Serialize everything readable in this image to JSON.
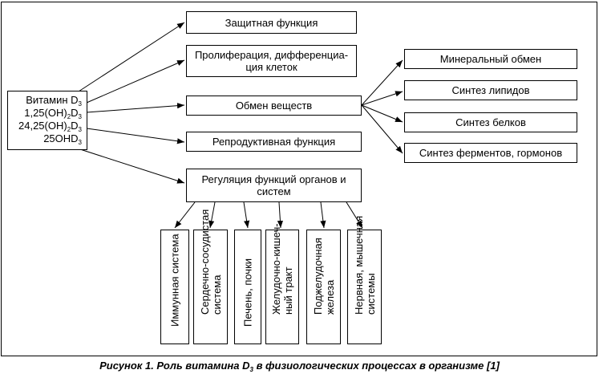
{
  "vitamin": {
    "line1": "Витамин D",
    "line1_sub": "3",
    "line2_a": "1,25(OH)",
    "line2_sub1": "2",
    "line2_b": "D",
    "line2_sub2": "3",
    "line3_a": "24,25(OH)",
    "line3_sub1": "2",
    "line3_b": "D",
    "line3_sub2": "3",
    "line4_a": "25OHD",
    "line4_sub": "3"
  },
  "functions": {
    "protective": "Защитная функция",
    "proliferation": "Пролиферация, дифференциа-ция клеток",
    "metabolism": "Обмен веществ",
    "reproductive": "Репродуктивная функция",
    "regulation": "Регуляция функций органов и систем"
  },
  "metabolism_items": {
    "mineral": "Минеральный обмен",
    "lipids": "Синтез липидов",
    "proteins": "Синтез белков",
    "enzymes": "Синтез ферментов, гормонов"
  },
  "systems": {
    "immune": "Иммунная система",
    "cardio_1": "Сердечно-сосудистая",
    "cardio_2": "система",
    "liver": "Печень, почки",
    "gi_1": "Желудочно-кишеч-",
    "gi_2": "ный тракт",
    "pancreas_1": "Поджелудочная",
    "pancreas_2": "железа",
    "nervous_1": "Нервная, мышечная",
    "nervous_2": "системы"
  },
  "caption": {
    "prefix": "Рисунок 1. Роль витамина D",
    "sub": "3",
    "suffix": " в физиологических процессах в организме [1]"
  }
}
